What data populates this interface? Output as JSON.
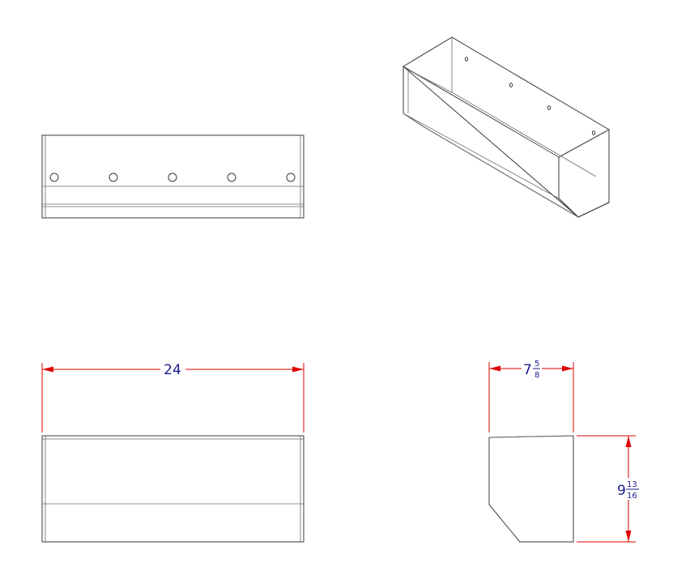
{
  "views": {
    "top": {
      "hole_count": 5
    },
    "front": {},
    "side": {},
    "isometric": {}
  },
  "dimensions": {
    "width": {
      "text": "24"
    },
    "depth": {
      "whole": "7",
      "numerator": "5",
      "denominator": "8"
    },
    "height": {
      "whole": "9",
      "numerator": "13",
      "denominator": "16"
    }
  },
  "colors": {
    "outline": "#3a3a3a",
    "dimension_line": "#e00000",
    "dimension_text": "#1a1a8c"
  }
}
